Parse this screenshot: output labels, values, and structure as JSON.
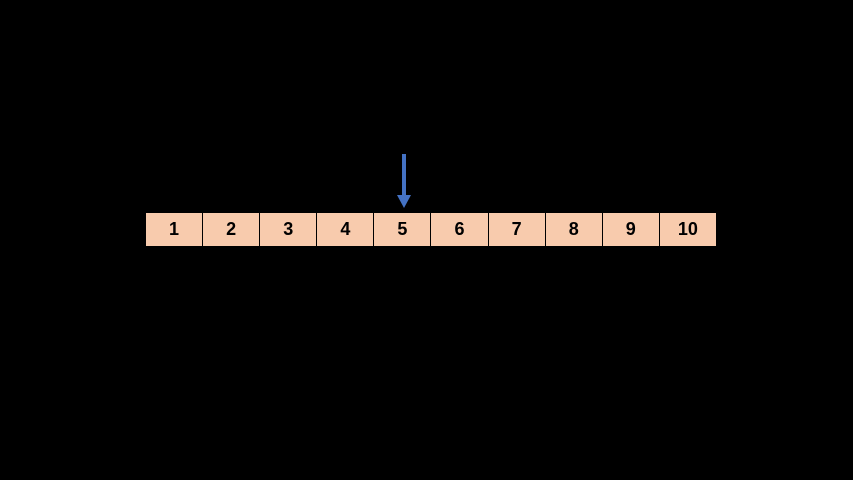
{
  "canvas": {
    "background": "#000000"
  },
  "array": {
    "fill": "#F8CBAD",
    "border_color": "#000000",
    "text_color": "#000000",
    "cells": [
      "1",
      "2",
      "3",
      "4",
      "5",
      "6",
      "7",
      "8",
      "9",
      "10"
    ]
  },
  "pointer": {
    "icon": "down-arrow-icon",
    "direction": "down",
    "color": "#4472C4",
    "points_to_cell": "5"
  }
}
